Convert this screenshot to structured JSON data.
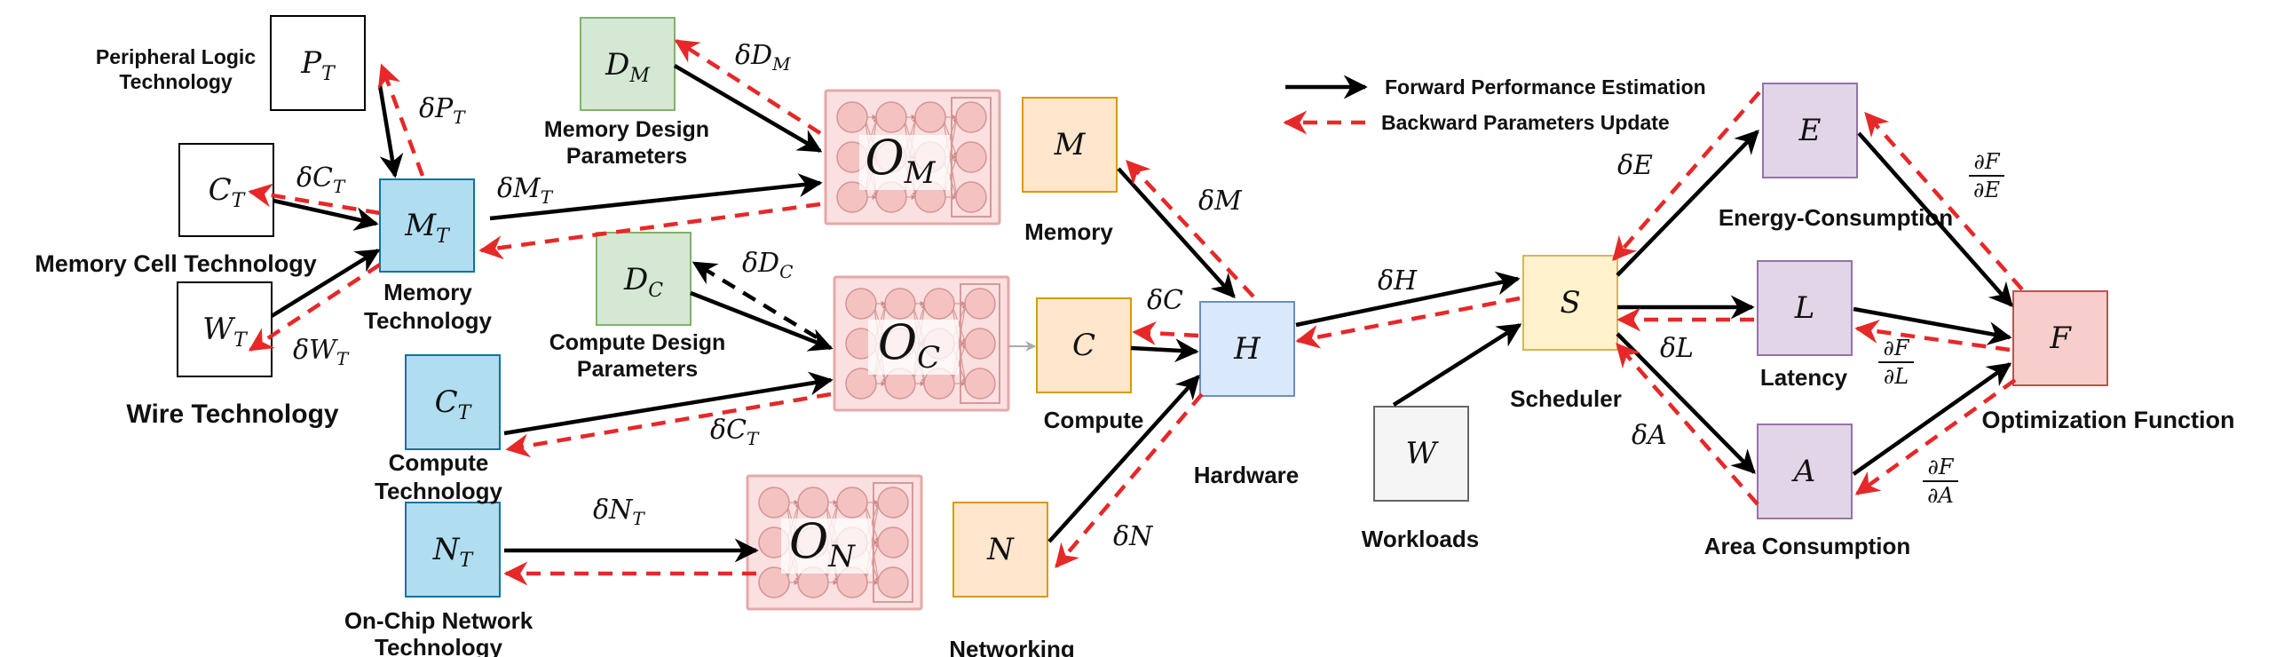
{
  "legend": {
    "forward": "Forward Performance Estimation",
    "backward": "Backward Parameters Update"
  },
  "labels": {
    "peripheral": [
      "Peripheral Logic",
      "Technology"
    ],
    "memory_cell": "Memory Cell Technology",
    "wire": "Wire Technology",
    "memory_tech": [
      "Memory",
      "Technology"
    ],
    "memory_design": [
      "Memory Design",
      "Parameters"
    ],
    "compute_design": [
      "Compute Design",
      "Parameters"
    ],
    "compute_tech": [
      "Compute",
      "Technology"
    ],
    "network_tech": [
      "On-Chip Network",
      "Technology"
    ],
    "memory": "Memory",
    "compute": "Compute",
    "networking": "Networking",
    "hardware": "Hardware",
    "workloads": "Workloads",
    "scheduler": "Scheduler",
    "energy": "Energy-Consumption",
    "latency": "Latency",
    "area": "Area Consumption",
    "optimization": "Optimization Function"
  },
  "nodes": {
    "PT": {
      "main": "P",
      "sub": "T"
    },
    "CT1": {
      "main": "C",
      "sub": "T"
    },
    "WT": {
      "main": "W",
      "sub": "T"
    },
    "MT": {
      "main": "M",
      "sub": "T"
    },
    "DM": {
      "main": "D",
      "sub": "M"
    },
    "DC": {
      "main": "D",
      "sub": "C"
    },
    "CT2": {
      "main": "C",
      "sub": "T"
    },
    "NT": {
      "main": "N",
      "sub": "T"
    },
    "OM": {
      "main": "O",
      "sub": "M"
    },
    "OC": {
      "main": "O",
      "sub": "C"
    },
    "ON": {
      "main": "O",
      "sub": "N"
    },
    "M": {
      "main": "M",
      "sub": ""
    },
    "C": {
      "main": "C",
      "sub": ""
    },
    "N": {
      "main": "N",
      "sub": ""
    },
    "H": {
      "main": "H",
      "sub": ""
    },
    "W": {
      "main": "W",
      "sub": ""
    },
    "S": {
      "main": "S",
      "sub": ""
    },
    "E": {
      "main": "E",
      "sub": ""
    },
    "L": {
      "main": "L",
      "sub": ""
    },
    "A": {
      "main": "A",
      "sub": ""
    },
    "F": {
      "main": "F",
      "sub": ""
    }
  },
  "deltas": {
    "dPT": {
      "main": "δP",
      "sub": "T"
    },
    "dCT1": {
      "main": "δC",
      "sub": "T"
    },
    "dWT": {
      "main": "δW",
      "sub": "T"
    },
    "dMT": {
      "main": "δM",
      "sub": "T"
    },
    "dDM": {
      "main": "δD",
      "sub": "M"
    },
    "dDC": {
      "main": "δD",
      "sub": "C"
    },
    "dCT2": {
      "main": "δC",
      "sub": "T"
    },
    "dNT": {
      "main": "δN",
      "sub": "T"
    },
    "dM": "δM",
    "dC": "δC",
    "dN": "δN",
    "dH": "δH",
    "dE": "δE",
    "dL": "δL",
    "dA": "δA"
  },
  "partials": {
    "dFdE": {
      "num": "∂F",
      "den": "∂E"
    },
    "dFdL": {
      "num": "∂F",
      "den": "∂L"
    },
    "dFdA": {
      "num": "∂F",
      "den": "∂A"
    }
  },
  "colors": {
    "tech_blue_fill": "#b1ddf0",
    "tech_blue_stroke": "#10739e",
    "design_green_fill": "#d5e8d4",
    "design_green_stroke": "#82b366",
    "orange_fill": "#ffe6cc",
    "orange_stroke": "#d79b00",
    "hardware_fill": "#dae8fc",
    "hardware_stroke": "#6c8ebf",
    "scheduler_fill": "#fff2cc",
    "scheduler_stroke": "#d6b656",
    "metric_fill": "#e1d5e7",
    "metric_stroke": "#9673a6",
    "opt_fill": "#f8cecc",
    "opt_stroke": "#b85450",
    "workload_fill": "#f5f5f5",
    "workload_stroke": "#666666",
    "forward_arrow": "#000000",
    "backward_arrow": "#e62828"
  }
}
